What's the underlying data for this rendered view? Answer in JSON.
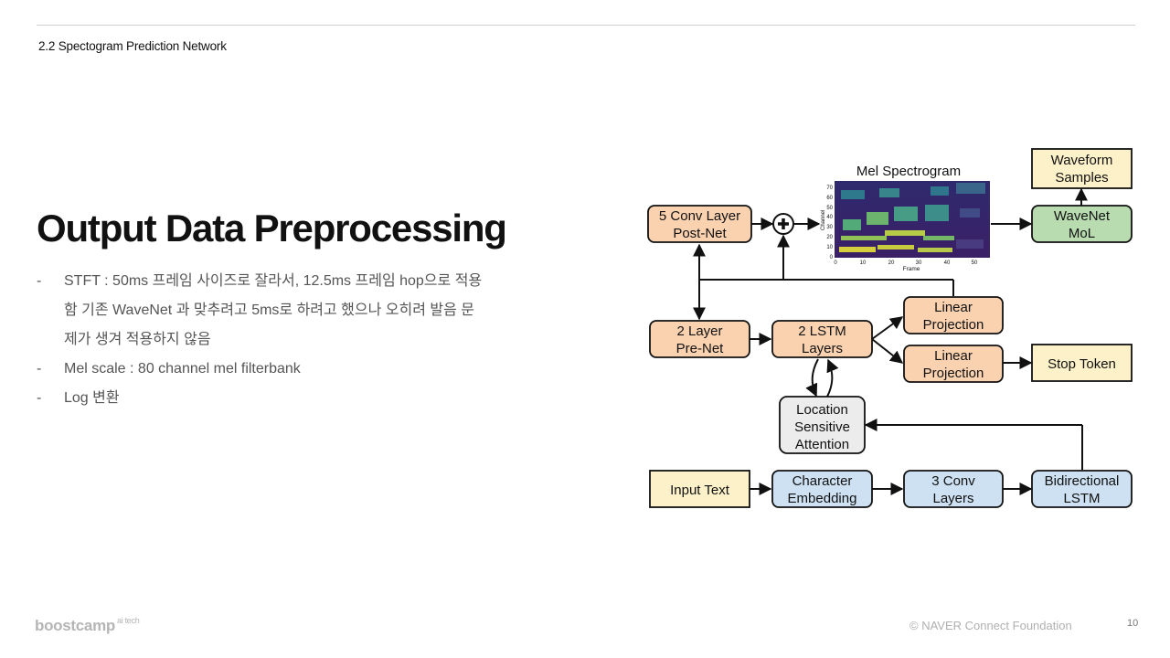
{
  "header": {
    "section": "2.2 Spectogram Prediction Network"
  },
  "title": "Output Data Preprocessing",
  "bullets": [
    {
      "dash": "-",
      "lines": [
        "STFT : 50ms 프레임 사이즈로 잘라서, 12.5ms 프레임 hop으로 적용",
        "함 기존 WaveNet 과 맞추려고 5ms로 하려고 했으나 오히려 발음 문",
        "제가 생겨 적용하지 않음"
      ]
    },
    {
      "dash": "-",
      "lines": [
        "Mel scale : 80 channel mel filterbank"
      ]
    },
    {
      "dash": "-",
      "lines": [
        "Log 변환"
      ]
    }
  ],
  "diagram": {
    "colors": {
      "orange": "#fad2b0",
      "blue": "#cde1f2",
      "green": "#b8dcb0",
      "yellow": "#fdf1c9",
      "gray": "#ececec",
      "stroke": "#111111"
    },
    "boxes": {
      "postnet": [
        "5 Conv Layer",
        "Post-Net"
      ],
      "waveform": [
        "Waveform",
        "Samples"
      ],
      "wavenet": [
        "WaveNet",
        "MoL"
      ],
      "prenet": [
        "2 Layer",
        "Pre-Net"
      ],
      "lstm": [
        "2 LSTM",
        "Layers"
      ],
      "linear1": [
        "Linear",
        "Projection"
      ],
      "linear2": [
        "Linear",
        "Projection"
      ],
      "stop": [
        "Stop Token"
      ],
      "attention": [
        "Location",
        "Sensitive",
        "Attention"
      ],
      "input": [
        "Input Text"
      ],
      "charemb": [
        "Character",
        "Embedding"
      ],
      "conv3": [
        "3 Conv",
        "Layers"
      ],
      "bilstm": [
        "Bidirectional",
        "LSTM"
      ]
    },
    "spectrogram": {
      "title": "Mel Spectrogram",
      "ylabel": "Channel",
      "xlabel": "Frame",
      "yticks": [
        "0",
        "10",
        "20",
        "30",
        "40",
        "50",
        "60",
        "70"
      ],
      "xticks": [
        "0",
        "10",
        "20",
        "30",
        "40",
        "50"
      ]
    }
  },
  "footer": {
    "logo": "boostcamp",
    "logo_sup": "ai tech",
    "copyright": "© NAVER Connect Foundation",
    "page": "10"
  }
}
